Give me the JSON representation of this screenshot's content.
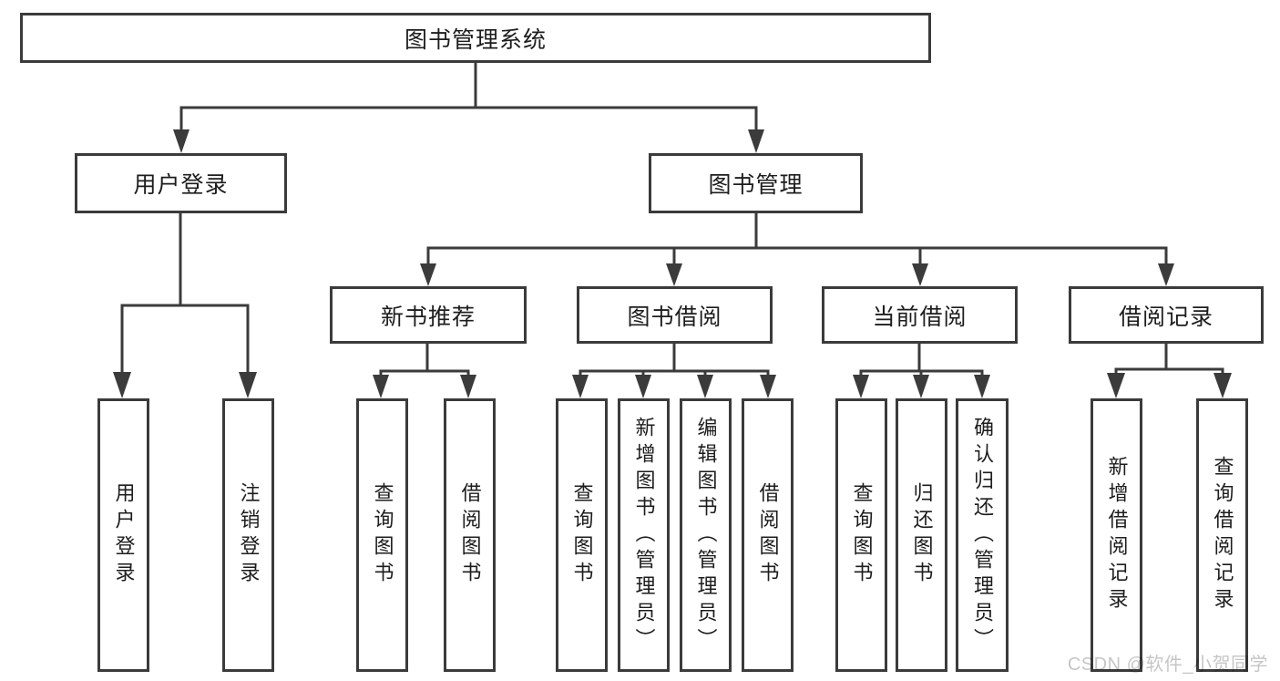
{
  "tree": {
    "root": {
      "label": "图书管理系统"
    },
    "branches": [
      {
        "label": "用户登录",
        "children": [
          {
            "label": "用户登录"
          },
          {
            "label": "注销登录"
          }
        ]
      },
      {
        "label": "图书管理",
        "children": [
          {
            "label": "新书推荐",
            "children": [
              {
                "label": "查询图书"
              },
              {
                "label": "借阅图书"
              }
            ]
          },
          {
            "label": "图书借阅",
            "children": [
              {
                "label": "查询图书"
              },
              {
                "label": "新增图书（管理员）"
              },
              {
                "label": "编辑图书（管理员）"
              },
              {
                "label": "借阅图书"
              }
            ]
          },
          {
            "label": "当前借阅",
            "children": [
              {
                "label": "查询图书"
              },
              {
                "label": "归还图书"
              },
              {
                "label": "确认归还（管理员）"
              }
            ]
          },
          {
            "label": "借阅记录",
            "children": [
              {
                "label": "新增借阅记录"
              },
              {
                "label": "查询借阅记录"
              }
            ]
          }
        ]
      }
    ]
  },
  "watermark": {
    "text": "CSDN @软件_小贺同学"
  },
  "colors": {
    "line": "#3b3b3b",
    "text": "#1d1d1d",
    "watermark": "#c6c6c6",
    "background": "#ffffff"
  }
}
